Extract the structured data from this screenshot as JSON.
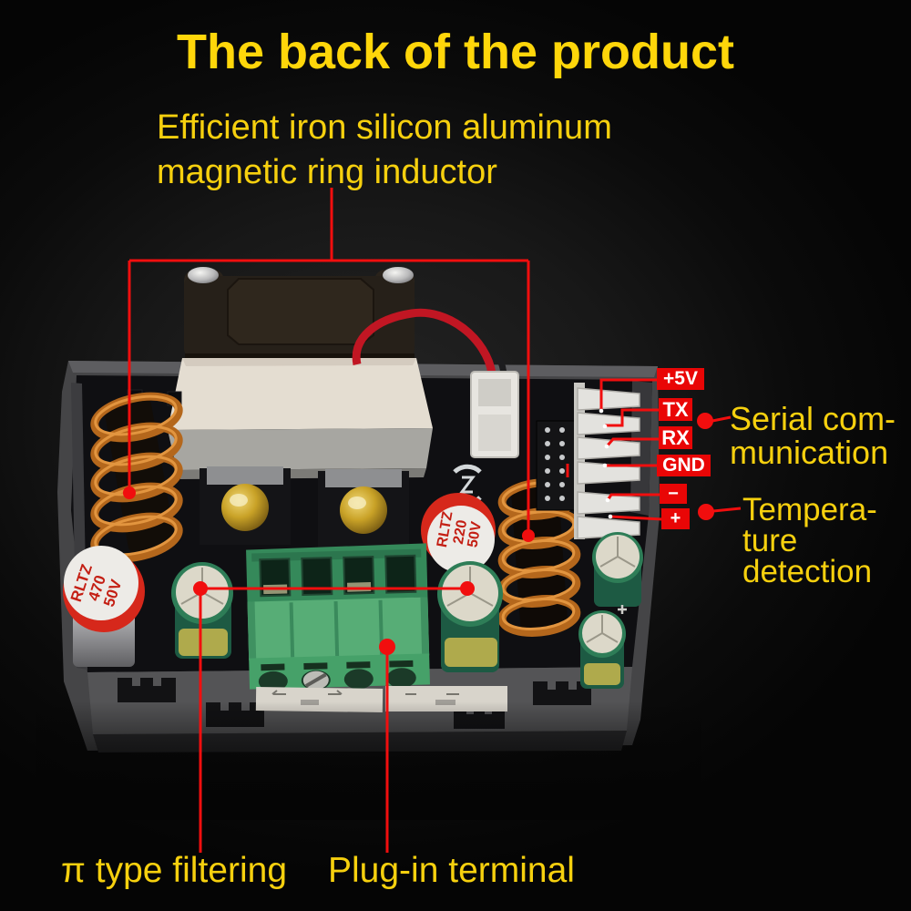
{
  "title": "The back of the product",
  "annotations": {
    "inductor": {
      "line1": "Efficient iron silicon aluminum",
      "line2": "magnetic ring inductor"
    },
    "serial": {
      "line1": "Serial com-",
      "line2": "munication"
    },
    "temperature": {
      "line1": "Tempera-",
      "line2": "ture",
      "line3": "detection"
    },
    "pi_filter": "π type filtering",
    "plug_terminal": "Plug-in terminal"
  },
  "pins": [
    "+5V",
    "TX",
    "RX",
    "GND",
    "−",
    "+"
  ],
  "cap470": [
    "RLTZ",
    "470",
    "50V"
  ],
  "cap220": [
    "RLTZ",
    "220",
    "50V"
  ],
  "colors": {
    "background": "#0a0a0a",
    "text_yellow": "#f6d00e",
    "title_yellow": "#ffd60a",
    "callout_red": "#f10e0e",
    "pin_label_red": "#e90606",
    "terminal_green": "#57ad76",
    "copper": "#b4671c"
  }
}
